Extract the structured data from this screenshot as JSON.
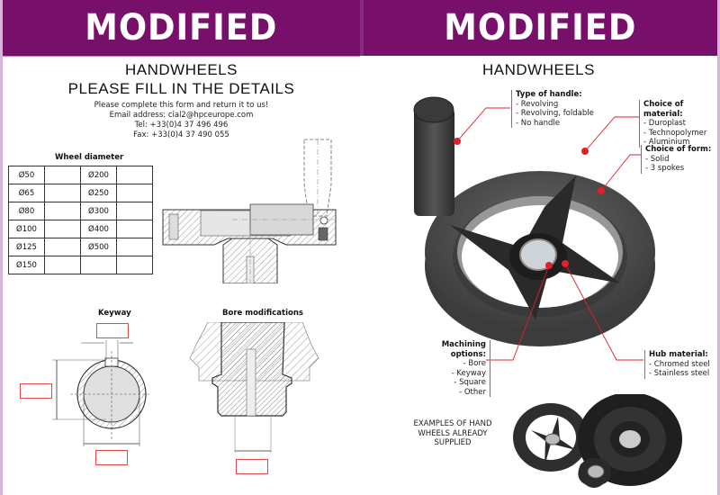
{
  "left_page": {
    "banner": "MODIFIED",
    "title_line1": "HANDWHEELS",
    "title_line2": "PLEASE FILL IN THE DETAILS",
    "contact": {
      "intro": "Please complete this form and return it to us!",
      "email": "Email address: cial2@hpceurope.com",
      "tel": "Tel: +33(0)4 37 496 496",
      "fax": "Fax: +33(0)4 37 490 055"
    },
    "wheel_diameter": {
      "heading": "Wheel diameter",
      "rows": [
        [
          "Ø50",
          "",
          "Ø200",
          ""
        ],
        [
          "Ø65",
          "",
          "Ø250",
          ""
        ],
        [
          "Ø80",
          "",
          "Ø300",
          ""
        ],
        [
          "Ø100",
          "",
          "Ø400",
          ""
        ],
        [
          "Ø125",
          "",
          "Ø500",
          ""
        ],
        [
          "Ø150",
          "",
          "",
          ""
        ]
      ]
    },
    "keyway": {
      "heading": "Keyway"
    },
    "bore": {
      "heading": "Bore modifications"
    }
  },
  "right_page": {
    "banner": "MODIFIED",
    "title": "HANDWHEELS",
    "callouts": {
      "handle": {
        "heading": "Type of handle:",
        "items": [
          "- Revolving",
          "- Revolving, foldable",
          "- No handle"
        ]
      },
      "material": {
        "heading": "Choice of material:",
        "items": [
          "- Duroplast",
          "- Technopolymer",
          "- Aluminium"
        ]
      },
      "form": {
        "heading": "Choice of form:",
        "items": [
          "- Solid",
          "- 3 spokes"
        ]
      },
      "machining": {
        "heading": "Machining options:",
        "items": [
          "- Bore",
          "- Keyway",
          "- Square",
          "- Other"
        ]
      },
      "hub": {
        "heading": "Hub material:",
        "items": [
          "- Chromed steel",
          "- Stainless steel"
        ]
      }
    },
    "examples": "EXAMPLES OF HAND WHEELS ALREADY SUPPLIED"
  },
  "colors": {
    "banner": "#770f6b",
    "callout_line": "#e0202a",
    "input_border": "#e34b4b"
  }
}
